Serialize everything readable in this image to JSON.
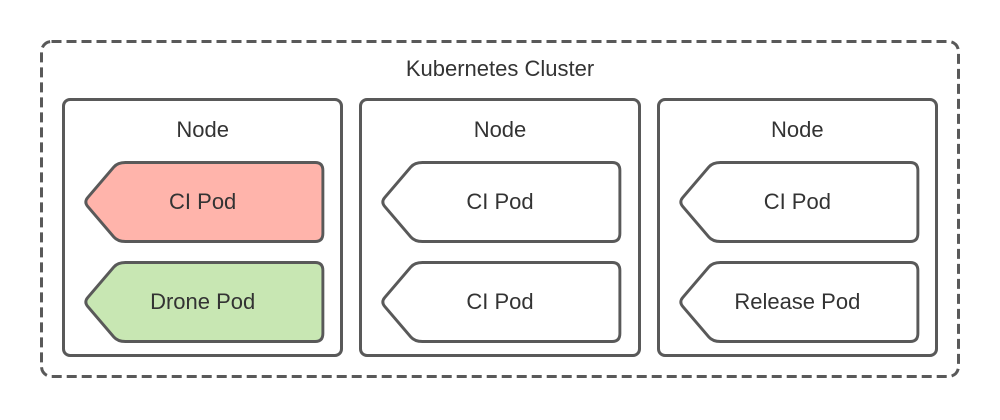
{
  "diagram": {
    "title": "Kubernetes Cluster",
    "colors": {
      "stroke": "#595959",
      "text": "#333333",
      "background": "#FFFFFF",
      "pod_red_fill": "#FFB4AB",
      "pod_green_fill": "#C8E7B3",
      "pod_default_fill": "#FFFFFF"
    },
    "nodes": [
      {
        "label": "Node",
        "pods": [
          {
            "label": "CI Pod",
            "fill_hex": "#FFB4AB"
          },
          {
            "label": "Drone Pod",
            "fill_hex": "#C8E7B3"
          }
        ]
      },
      {
        "label": "Node",
        "pods": [
          {
            "label": "CI Pod",
            "fill_hex": "#FFFFFF"
          },
          {
            "label": "CI Pod",
            "fill_hex": "#FFFFFF"
          }
        ]
      },
      {
        "label": "Node",
        "pods": [
          {
            "label": "CI Pod",
            "fill_hex": "#FFFFFF"
          },
          {
            "label": "Release Pod",
            "fill_hex": "#FFFFFF"
          }
        ]
      }
    ]
  }
}
